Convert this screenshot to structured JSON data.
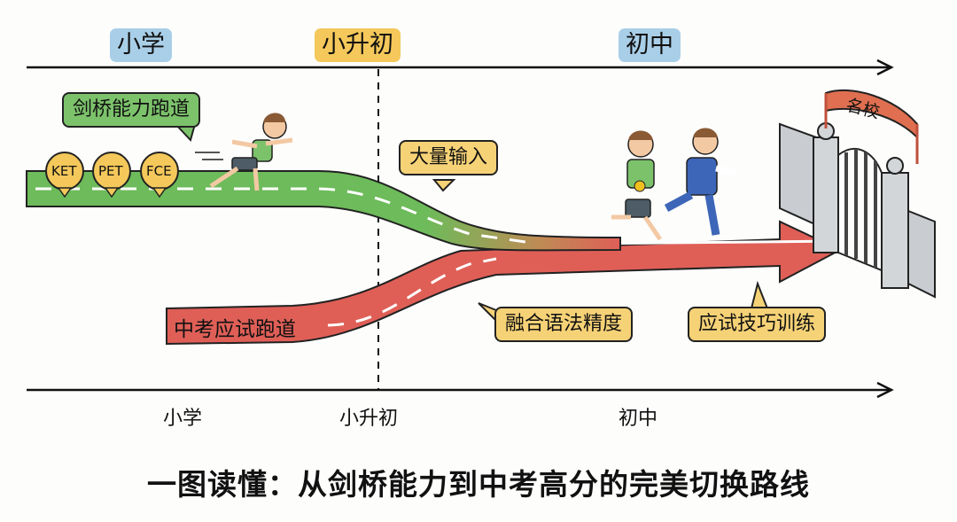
{
  "top_axis": {
    "stages": [
      {
        "label": "小学",
        "color": "#a9cfe8"
      },
      {
        "label": "小升初",
        "color": "#f4c85a"
      },
      {
        "label": "初中",
        "color": "#a9cfe8"
      }
    ]
  },
  "bottom_axis": {
    "stages": [
      "小学",
      "小升初",
      "初中"
    ]
  },
  "tracks": {
    "green": {
      "label": "剑桥能力跑道",
      "color": "#6dbb5a",
      "milestones": [
        "KET",
        "PET",
        "FCE"
      ]
    },
    "red": {
      "label": "中考应试跑道",
      "color": "#df5f57"
    }
  },
  "callouts": {
    "input": "大量输入",
    "grammar": "融合语法精度",
    "exam_skills": "应试技巧训练"
  },
  "goal": {
    "label": "名校"
  },
  "title": "一图读懂：从剑桥能力到中考高分的完美切换路线"
}
